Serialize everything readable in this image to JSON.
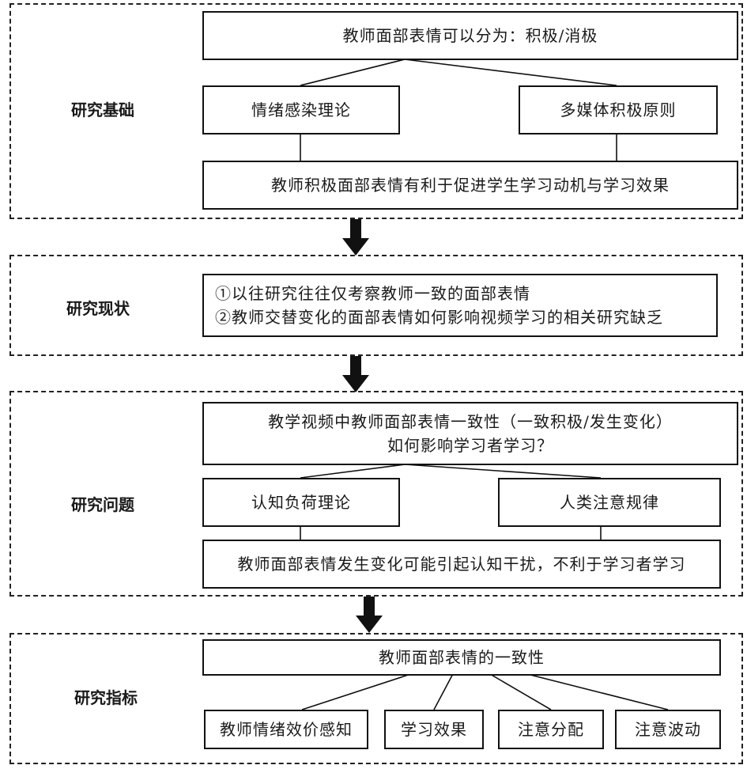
{
  "sections": [
    {
      "label": "研究基础",
      "top": "教师面部表情可以分为：积极/消极",
      "left": "情绪感染理论",
      "right": "多媒体积极原则",
      "bottom": "教师积极面部表情有利于促进学生学习动机与学习效果"
    },
    {
      "label": "研究现状",
      "lines": [
        "①以往研究往往仅考察教师一致的面部表情",
        "②教师交替变化的面部表情如何影响视频学习的相关研究缺乏"
      ]
    },
    {
      "label": "研究问题",
      "top_lines": [
        "教学视频中教师面部表情一致性（一致积极/发生变化）",
        "如何影响学习者学习？"
      ],
      "left": "认知负荷理论",
      "right": "人类注意规律",
      "bottom": "教师面部表情发生变化可能引起认知干扰，不利于学习者学习"
    },
    {
      "label": "研究指标",
      "top": "教师面部表情的一致性",
      "indicators": [
        "教师情绪效价感知",
        "学习效果",
        "注意分配",
        "注意波动"
      ]
    }
  ]
}
